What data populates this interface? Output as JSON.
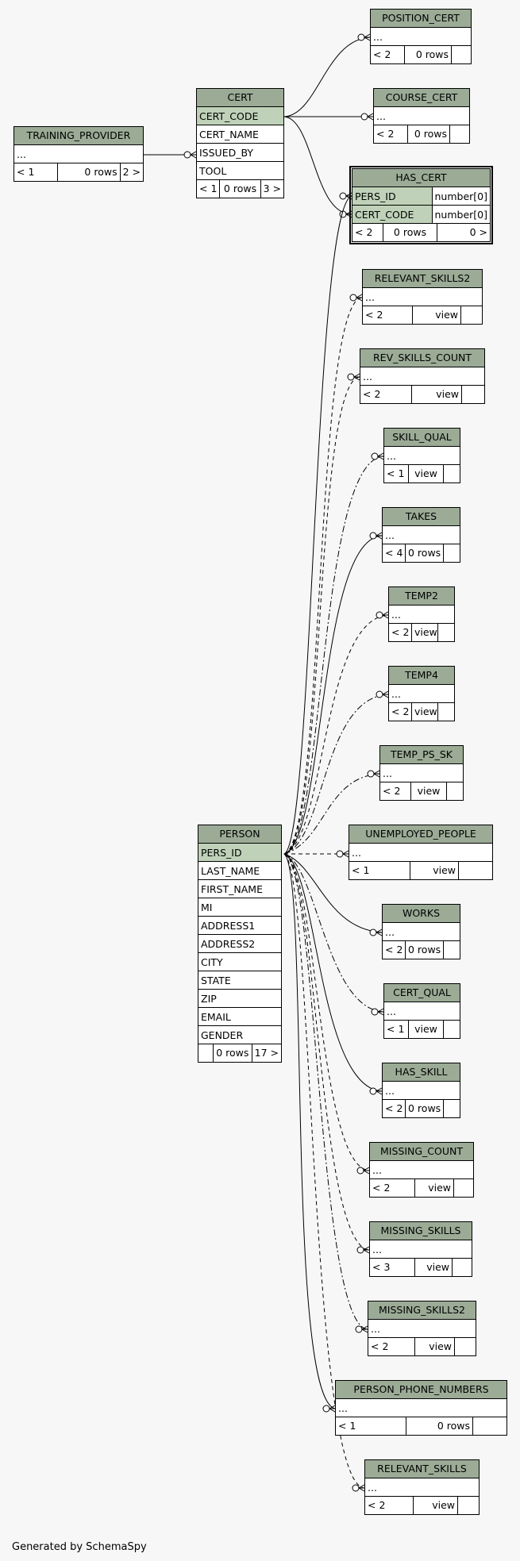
{
  "footer": "Generated by SchemaSpy",
  "tables": {
    "training_provider": {
      "name": "TRAINING_PROVIDER",
      "cols": [
        "..."
      ],
      "foot": [
        "< 1",
        "0 rows",
        "2 >"
      ]
    },
    "cert": {
      "name": "CERT",
      "cols": [
        "CERT_CODE",
        "CERT_NAME",
        "ISSUED_BY",
        "TOOL"
      ],
      "foot": [
        "< 1",
        "0 rows",
        "3 >"
      ]
    },
    "position_cert": {
      "name": "POSITION_CERT",
      "cols": [
        "..."
      ],
      "foot": [
        "< 2",
        "0 rows",
        ""
      ]
    },
    "course_cert": {
      "name": "COURSE_CERT",
      "cols": [
        "..."
      ],
      "foot": [
        "< 2",
        "0 rows",
        ""
      ]
    },
    "has_cert": {
      "name": "HAS_CERT",
      "cols": [
        {
          "name": "PERS_ID",
          "type": "number[0]"
        },
        {
          "name": "CERT_CODE",
          "type": "number[0]"
        }
      ],
      "foot": [
        "< 2",
        "0 rows",
        "0 >"
      ]
    },
    "relevant_skills2": {
      "name": "RELEVANT_SKILLS2",
      "cols": [
        "..."
      ],
      "foot": [
        "< 2",
        "view",
        ""
      ]
    },
    "rev_skills_count": {
      "name": "REV_SKILLS_COUNT",
      "cols": [
        "..."
      ],
      "foot": [
        "< 2",
        "view",
        ""
      ]
    },
    "skill_qual": {
      "name": "SKILL_QUAL",
      "cols": [
        "..."
      ],
      "foot": [
        "< 1",
        "view",
        ""
      ]
    },
    "takes": {
      "name": "TAKES",
      "cols": [
        "..."
      ],
      "foot": [
        "< 4",
        "0 rows",
        ""
      ]
    },
    "temp2": {
      "name": "TEMP2",
      "cols": [
        "..."
      ],
      "foot": [
        "< 2",
        "view",
        ""
      ]
    },
    "temp4": {
      "name": "TEMP4",
      "cols": [
        "..."
      ],
      "foot": [
        "< 2",
        "view",
        ""
      ]
    },
    "temp_ps_sk": {
      "name": "TEMP_PS_SK",
      "cols": [
        "..."
      ],
      "foot": [
        "< 2",
        "view",
        ""
      ]
    },
    "person": {
      "name": "PERSON",
      "cols": [
        "PERS_ID",
        "LAST_NAME",
        "FIRST_NAME",
        "MI",
        "ADDRESS1",
        "ADDRESS2",
        "CITY",
        "STATE",
        "ZIP",
        "EMAIL",
        "GENDER"
      ],
      "foot": [
        "",
        "0 rows",
        "17 >"
      ]
    },
    "unemployed_people": {
      "name": "UNEMPLOYED_PEOPLE",
      "cols": [
        "..."
      ],
      "foot": [
        "< 1",
        "view",
        ""
      ]
    },
    "works": {
      "name": "WORKS",
      "cols": [
        "..."
      ],
      "foot": [
        "< 2",
        "0 rows",
        ""
      ]
    },
    "cert_qual": {
      "name": "CERT_QUAL",
      "cols": [
        "..."
      ],
      "foot": [
        "< 1",
        "view",
        ""
      ]
    },
    "has_skill": {
      "name": "HAS_SKILL",
      "cols": [
        "..."
      ],
      "foot": [
        "< 2",
        "0 rows",
        ""
      ]
    },
    "missing_count": {
      "name": "MISSING_COUNT",
      "cols": [
        "..."
      ],
      "foot": [
        "< 2",
        "view",
        ""
      ]
    },
    "missing_skills": {
      "name": "MISSING_SKILLS",
      "cols": [
        "..."
      ],
      "foot": [
        "< 3",
        "view",
        ""
      ]
    },
    "missing_skills2": {
      "name": "MISSING_SKILLS2",
      "cols": [
        "..."
      ],
      "foot": [
        "< 2",
        "view",
        ""
      ]
    },
    "person_phone_numbers": {
      "name": "PERSON_PHONE_NUMBERS",
      "cols": [
        "..."
      ],
      "foot": [
        "< 1",
        "0 rows",
        ""
      ]
    },
    "relevant_skills": {
      "name": "RELEVANT_SKILLS",
      "cols": [
        "..."
      ],
      "foot": [
        "< 2",
        "view",
        ""
      ]
    }
  }
}
